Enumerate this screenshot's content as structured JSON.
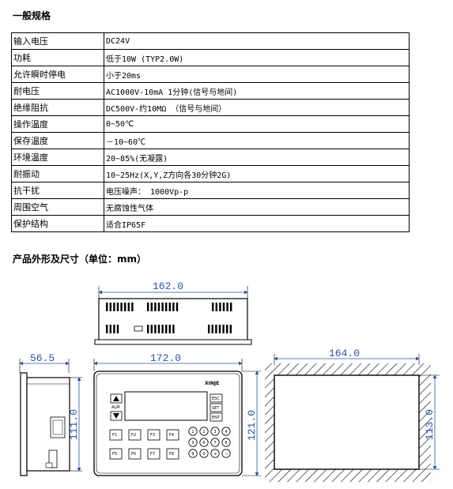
{
  "sections": {
    "general_specs_title": "一般规格",
    "dimensions_title": "产品外形及尺寸（单位：mm）"
  },
  "specs": [
    {
      "label": "输入电压",
      "value": "DC24V"
    },
    {
      "label": "功耗",
      "value": "低于10W (TYP2.0W)"
    },
    {
      "label": "允许瞬时停电",
      "value": "小于20ms"
    },
    {
      "label": "耐电压",
      "value": "AC1000V-10mA   1分钟(信号与地间)"
    },
    {
      "label": "绝缘阻抗",
      "value": "DC500V-约10MΩ （信号与地间）"
    },
    {
      "label": "操作温度",
      "value": "0~50℃"
    },
    {
      "label": "保存温度",
      "value": "－10~60℃"
    },
    {
      "label": "环境温度",
      "value": "20~85%(无凝露)"
    },
    {
      "label": "耐振动",
      "value": "10~25Hz(X,Y,Z方向各30分钟2G)"
    },
    {
      "label": "抗干扰",
      "value": "电压噪声： 1000Vp-p"
    },
    {
      "label": "周围空气",
      "value": "无腐蚀性气体"
    },
    {
      "label": "保护结构",
      "value": "适合IP65F"
    }
  ],
  "dimensions": {
    "top_width": "162.0",
    "side_depth": "56.5",
    "side_height": "111.0",
    "front_width": "172.0",
    "front_height": "121.0",
    "cutout_width": "164.0",
    "cutout_height": "113.0"
  },
  "device": {
    "brand": "XINJE",
    "left_button_label": "ALM",
    "right_buttons": [
      "ESC",
      "SET",
      "ENT"
    ],
    "function_keys": [
      "F1",
      "F2",
      "F3",
      "F4",
      "F5",
      "F6",
      "F7",
      "F8"
    ],
    "numeric_keys": [
      "1",
      "2",
      "3",
      "4",
      "5",
      "6",
      "7",
      "8",
      "9",
      "0",
      "+",
      "−"
    ]
  }
}
